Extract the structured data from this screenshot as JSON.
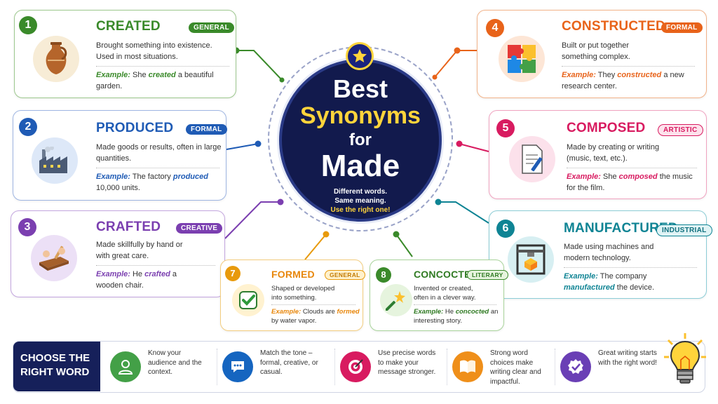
{
  "center": {
    "line1": "Best",
    "line2": "Synonyms",
    "line3": "for",
    "line4": "Made",
    "sub1": "Different words.",
    "sub2": "Same meaning.",
    "sub3": "Use the right one!"
  },
  "cards": [
    {
      "num": "1",
      "word": "CREATED",
      "tag": "GENERAL",
      "def": "Brought something into existence. Used in most situations.",
      "ex_label": "Example:",
      "ex_pre": "She ",
      "ex_hl": "created",
      "ex_post": " a beautiful garden.",
      "color": "#3a8a2a",
      "icon": "vase-icon"
    },
    {
      "num": "2",
      "word": "PRODUCED",
      "tag": "FORMAL",
      "def": "Made goods or results, often in large quantities.",
      "ex_label": "Example:",
      "ex_pre": "The factory ",
      "ex_hl": "produced",
      "ex_post": " 10,000 units.",
      "color": "#1f5bb5",
      "icon": "factory-icon"
    },
    {
      "num": "3",
      "word": "CRAFTED",
      "tag": "CREATIVE",
      "def": "Made skillfully by hand or with great care.",
      "ex_label": "Example:",
      "ex_pre": "He ",
      "ex_hl": "crafted",
      "ex_post": " a wooden chair.",
      "color": "#7b3fb0",
      "icon": "carving-icon"
    },
    {
      "num": "4",
      "word": "CONSTRUCTED",
      "tag": "FORMAL",
      "def": "Built or put together something complex.",
      "ex_label": "Example:",
      "ex_pre": "They ",
      "ex_hl": "constructed",
      "ex_post": " a new research center.",
      "color": "#e8631a",
      "icon": "puzzle-icon"
    },
    {
      "num": "5",
      "word": "COMPOSED",
      "tag": "ARTISTIC",
      "def": "Made by creating or writing (music, text, etc.).",
      "ex_label": "Example:",
      "ex_pre": "She ",
      "ex_hl": "composed",
      "ex_post": " the music for the film.",
      "color": "#d81b60",
      "icon": "document-pen-icon"
    },
    {
      "num": "6",
      "word": "MANUFACTURED",
      "tag": "INDUSTRIAL",
      "def": "Made using machines and modern technology.",
      "ex_label": "Example:",
      "ex_pre": "The company ",
      "ex_hl": "manufactured",
      "ex_post": " the device.",
      "color": "#0f8494",
      "icon": "3d-printer-icon"
    },
    {
      "num": "7",
      "word": "FORMED",
      "tag": "GENERAL",
      "def": "Shaped or developed into something.",
      "ex_label": "Example:",
      "ex_pre": "Clouds are ",
      "ex_hl": "formed",
      "ex_post": " by water vapor.",
      "color": "#e89a0c",
      "icon": "checkmark-icon"
    },
    {
      "num": "8",
      "word": "CONCOCTED",
      "tag": "LITERARY",
      "def": "Invented or created, often in a clever way.",
      "ex_label": "Example:",
      "ex_pre": "He ",
      "ex_hl": "concocted",
      "ex_post": " an interesting story.",
      "color": "#3a8a2a",
      "icon": "magic-wand-icon"
    }
  ],
  "tips": {
    "title_line1": "CHOOSE THE",
    "title_line2": "RIGHT WORD",
    "items": [
      {
        "text": "Know your audience and the context.",
        "color": "#43a047",
        "icon": "person-icon"
      },
      {
        "text": "Match the tone – formal, creative, or casual.",
        "color": "#1565c0",
        "icon": "chat-bubble-icon"
      },
      {
        "text": "Use precise words to make your message stronger.",
        "color": "#d81b60",
        "icon": "target-icon"
      },
      {
        "text": "Strong word choices make writing clear and impactful.",
        "color": "#ef8f1a",
        "icon": "book-icon"
      },
      {
        "text": "Great writing starts with the right word!",
        "color": "#6a3fb5",
        "icon": "badge-check-icon"
      }
    ]
  }
}
